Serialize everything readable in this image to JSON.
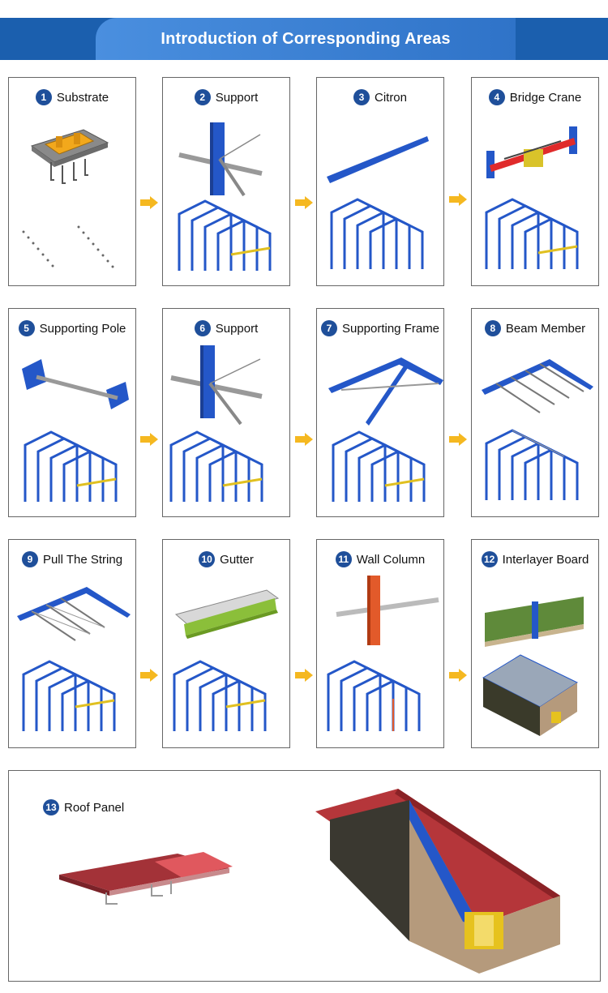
{
  "header": {
    "title": "Introduction of Corresponding Areas"
  },
  "steps": [
    {
      "num": "1",
      "label": "Substrate"
    },
    {
      "num": "2",
      "label": "Support"
    },
    {
      "num": "3",
      "label": "Citron"
    },
    {
      "num": "4",
      "label": "Bridge Crane"
    },
    {
      "num": "5",
      "label": "Supporting Pole"
    },
    {
      "num": "6",
      "label": "Support"
    },
    {
      "num": "7",
      "label": "Supporting Frame"
    },
    {
      "num": "8",
      "label": "Beam Member"
    },
    {
      "num": "9",
      "label": "Pull The String"
    },
    {
      "num": "10",
      "label": "Gutter"
    },
    {
      "num": "11",
      "label": "Wall Column"
    },
    {
      "num": "12",
      "label": "Interlayer Board"
    },
    {
      "num": "13",
      "label": "Roof Panel"
    }
  ],
  "colors": {
    "header": "#1b5fae",
    "badge": "#1f4f9a",
    "steel_blue": "#2457c8",
    "arrow": "#f5b820",
    "roof_red": "#b5363a",
    "wall": "#b59a7c"
  }
}
